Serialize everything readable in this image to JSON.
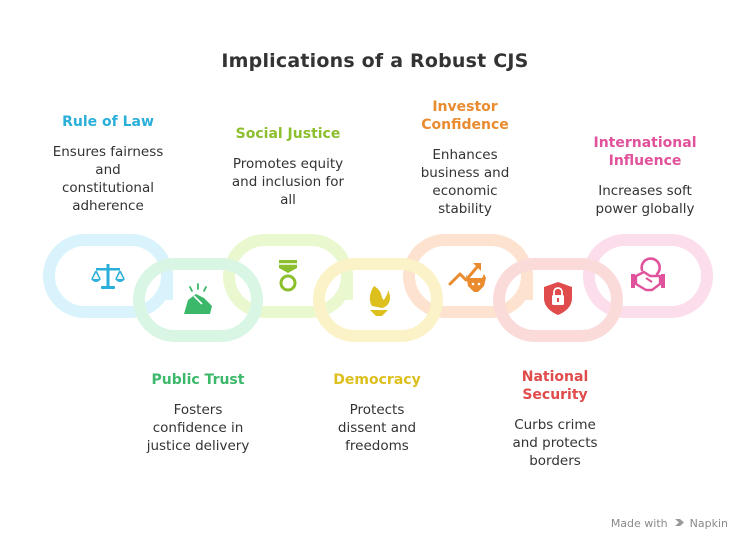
{
  "title": "Implications of a Robust CJS",
  "items": [
    {
      "heading": "Rule of Law",
      "description": "Ensures fairness and constitutional adherence",
      "color": "#29AFD9",
      "icon": "scales-icon"
    },
    {
      "heading": "Public Trust",
      "description": "Fosters confidence in justice delivery",
      "color": "#3BB86A",
      "icon": "handshake-icon"
    },
    {
      "heading": "Social Justice",
      "description": "Promotes equity and inclusion for all",
      "color": "#8CBF2E",
      "icon": "medal-icon"
    },
    {
      "heading": "Democracy",
      "description": "Protects dissent and freedoms",
      "color": "#DDBF1E",
      "icon": "torch-icon"
    },
    {
      "heading": "Investor Confidence",
      "description": "Enhances business and economic stability",
      "color": "#E98B2E",
      "icon": "bull-market-icon"
    },
    {
      "heading": "National Security",
      "description": "Curbs crime and protects borders",
      "color": "#E04B4B",
      "icon": "shield-lock-icon"
    },
    {
      "heading": "International Influence",
      "description": "Increases soft power globally",
      "color": "#E0529B",
      "icon": "global-handshake-icon"
    }
  ],
  "chain_colors": [
    "#D8F3FB",
    "#D9F5E4",
    "#EAF8CF",
    "#FBF2C8",
    "#FDE2CF",
    "#FBDADA",
    "#FCDDEC"
  ],
  "footer": {
    "made_with": "Made with",
    "brand": "Napkin"
  }
}
